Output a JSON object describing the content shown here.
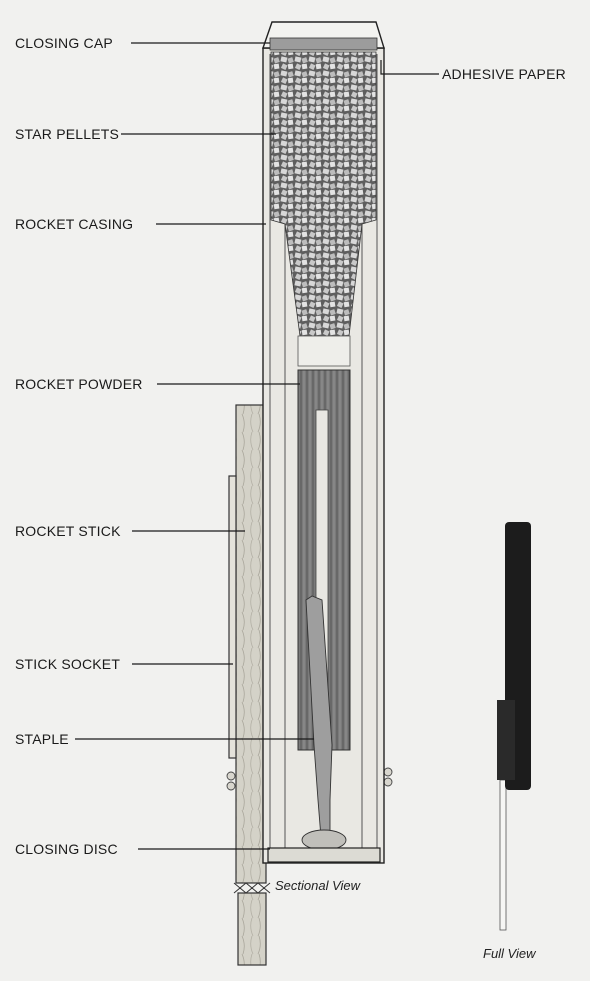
{
  "labels": {
    "closing_cap": "CLOSING CAP",
    "adhesive_paper": "ADHESIVE PAPER",
    "star_pellets": "STAR PELLETS",
    "rocket_casing": "ROCKET CASING",
    "rocket_powder": "ROCKET POWDER",
    "rocket_stick": "ROCKET STICK",
    "stick_socket": "STICK SOCKET",
    "staple": "STAPLE",
    "closing_disc": "CLOSING DISC"
  },
  "captions": {
    "sectional": "Sectional View",
    "full": "Full View"
  },
  "colors": {
    "ink": "#1a1a1a",
    "casing": "#e9e8e3",
    "powder": "#6d6d6d",
    "pellets": "#8a8a8a",
    "stick": "#cfcdc4",
    "full_view_body": "#1c1c1c"
  }
}
